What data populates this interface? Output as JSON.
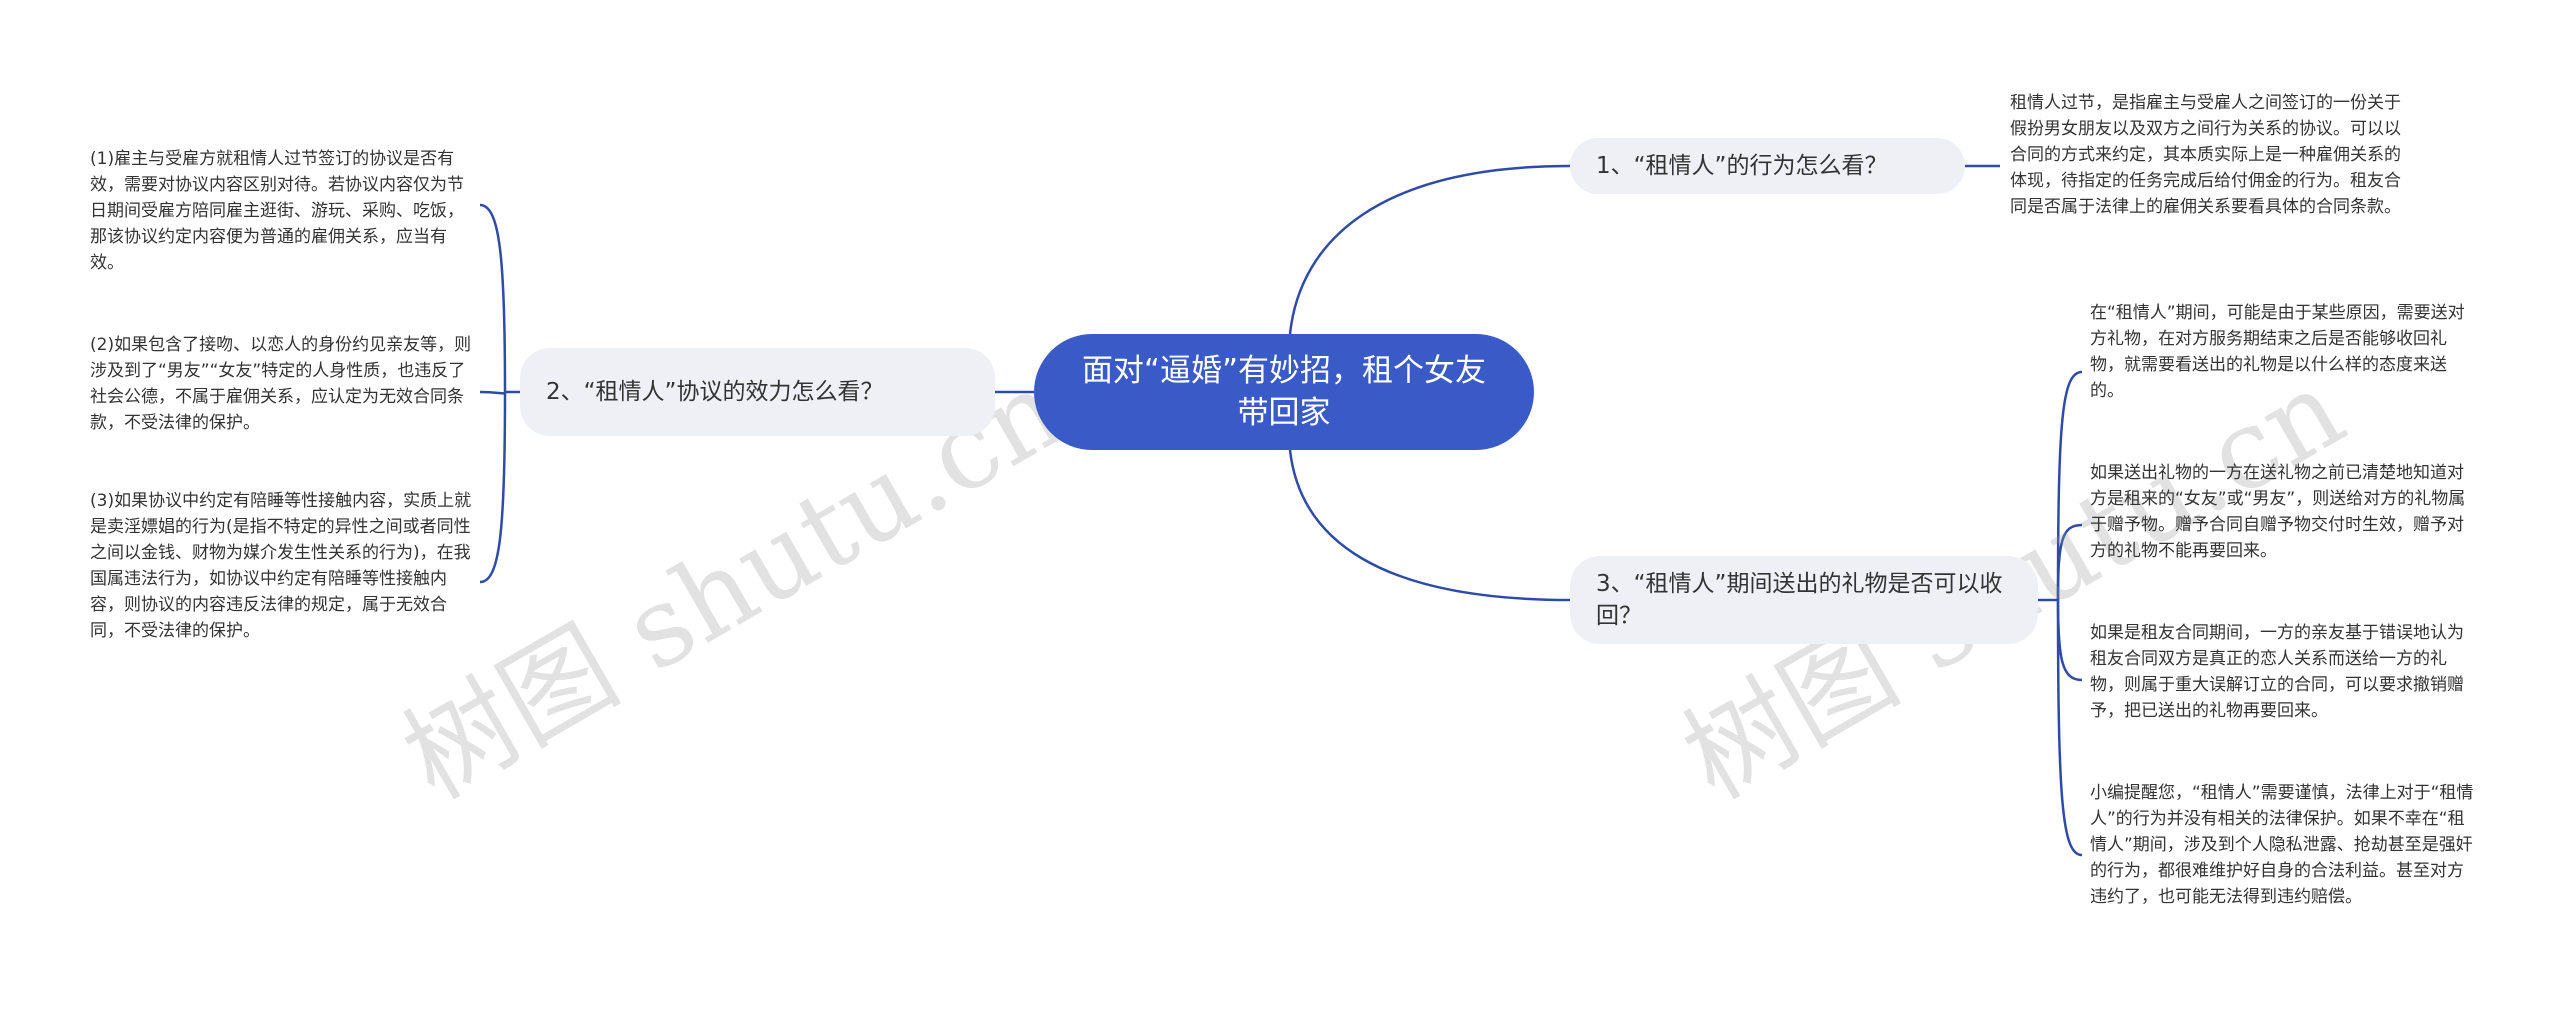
{
  "central_topic": "面对“逼婚”有妙招，租个女友带回家",
  "branches": [
    {
      "label": "1、“租情人”的行为怎么看？",
      "details": [
        "租情人过节，是指雇主与受雇人之间签订的一份关于假扮男女朋友以及双方之间行为关系的协议。可以以合同的方式来约定，其本质实际上是一种雇佣关系的体现，待指定的任务完成后给付佣金的行为。租友合同是否属于法律上的雇佣关系要看具体的合同条款。"
      ]
    },
    {
      "label": "2、“租情人”协议的效力怎么看？",
      "details": [
        "(1)雇主与受雇方就租情人过节签订的协议是否有效，需要对协议内容区别对待。若协议内容仅为节日期间受雇方陪同雇主逛街、游玩、采购、吃饭，那该协议约定内容便为普通的雇佣关系，应当有效。",
        "(2)如果包含了接吻、以恋人的身份约见亲友等，则涉及到了“男友”“女友”特定的人身性质，也违反了社会公德，不属于雇佣关系，应认定为无效合同条款，不受法律的保护。",
        "(3)如果协议中约定有陪睡等性接触内容，实质上就是卖淫嫖娼的行为(是指不特定的异性之间或者同性之间以金钱、财物为媒介发生性关系的行为)，在我国属违法行为，如协议中约定有陪睡等性接触内容，则协议的内容违反法律的规定，属于无效合同，不受法律的保护。"
      ]
    },
    {
      "label": "3、“租情人”期间送出的礼物是否可以收回？",
      "details": [
        "在“租情人”期间，可能是由于某些原因，需要送对方礼物，在对方服务期结束之后是否能够收回礼物，就需要看送出的礼物是以什么样的态度来送的。",
        "如果送出礼物的一方在送礼物之前已清楚地知道对方是租来的“女友”或“男友”，则送给对方的礼物属于赠予物。赠予合同自赠予物交付时生效，赠予对方的礼物不能再要回来。",
        "如果是租友合同期间，一方的亲友基于错误地认为租友合同双方是真正的恋人关系而送给一方的礼物，则属于重大误解订立的合同，可以要求撤销赠予，把已送出的礼物再要回来。",
        "小编提醒您，“租情人”需要谨慎，法律上对于“租情人”的行为并没有相关的法律保护。如果不幸在“租情人”期间，涉及到个人隐私泄露、抢劫甚至是强奸的行为，都很难维护好自身的合法利益。甚至对方违约了，也可能无法得到违约赔偿。"
      ]
    }
  ],
  "watermarks": [
    "树图 shutu.cn",
    "树图 shutu.cn"
  ],
  "colors": {
    "center": "#3a5bc7",
    "branch_bg": "#eef0f5",
    "line": "#2e4ba8"
  }
}
